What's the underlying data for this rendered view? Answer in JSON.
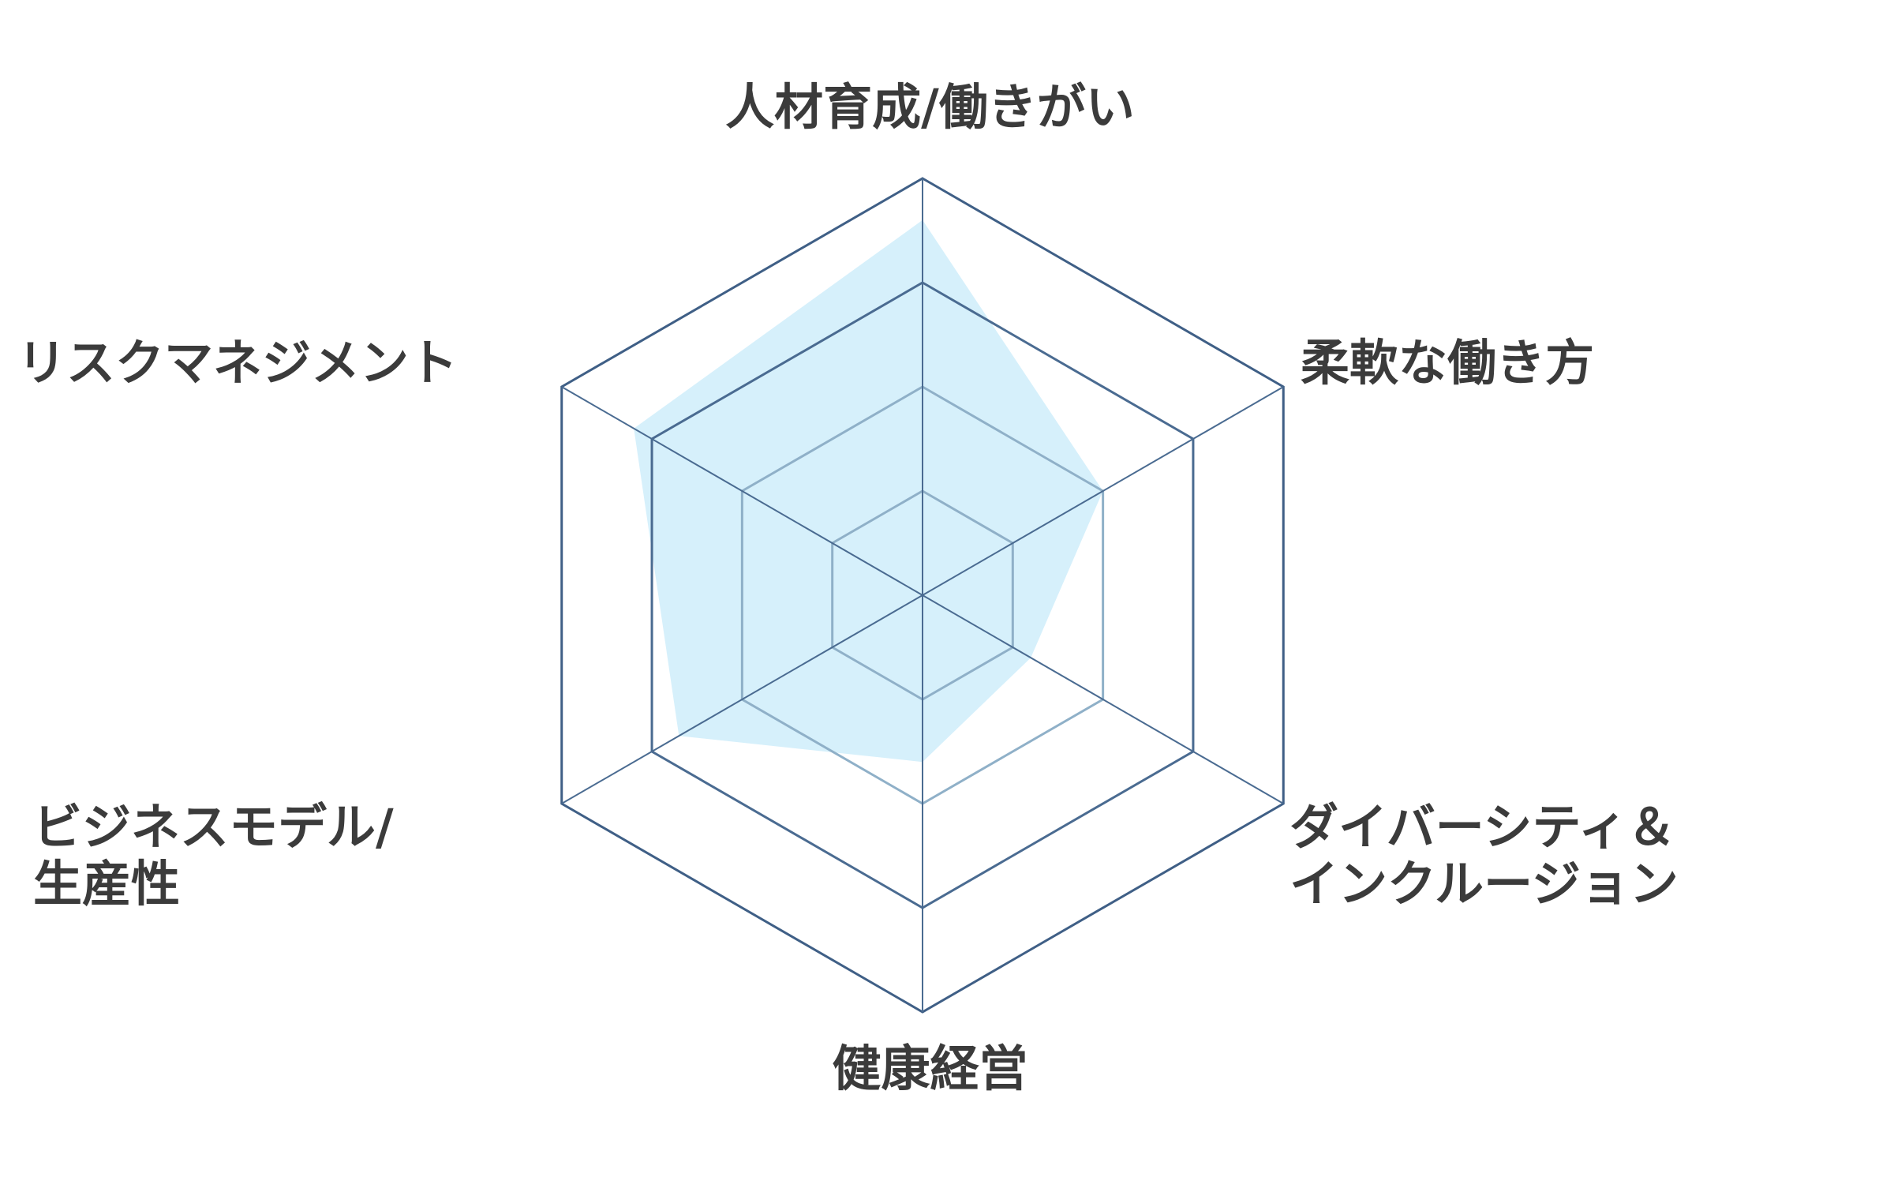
{
  "chart_data": {
    "type": "radar",
    "title": "",
    "axes": [
      [
        "人材育成/働きがい"
      ],
      [
        "柔軟な働き方"
      ],
      [
        "ダイバーシティ＆",
        "インクルージョン"
      ],
      [
        "健康経営"
      ],
      [
        "ビジネスモデル/",
        "生産性"
      ],
      [
        "リスクマネジメント"
      ]
    ],
    "scale": {
      "min": 0,
      "max": 4,
      "rings": [
        1,
        2,
        3,
        4
      ]
    },
    "series": [
      {
        "values": [
          3.6,
          2.0,
          1.2,
          1.6,
          2.7,
          3.2
        ]
      }
    ],
    "grid": true,
    "colors": {
      "grid_outer": "#3f5f86",
      "grid_inner": "#8fb0c8",
      "fill": "#d6f0fb",
      "label": "#3b3b3b"
    }
  }
}
